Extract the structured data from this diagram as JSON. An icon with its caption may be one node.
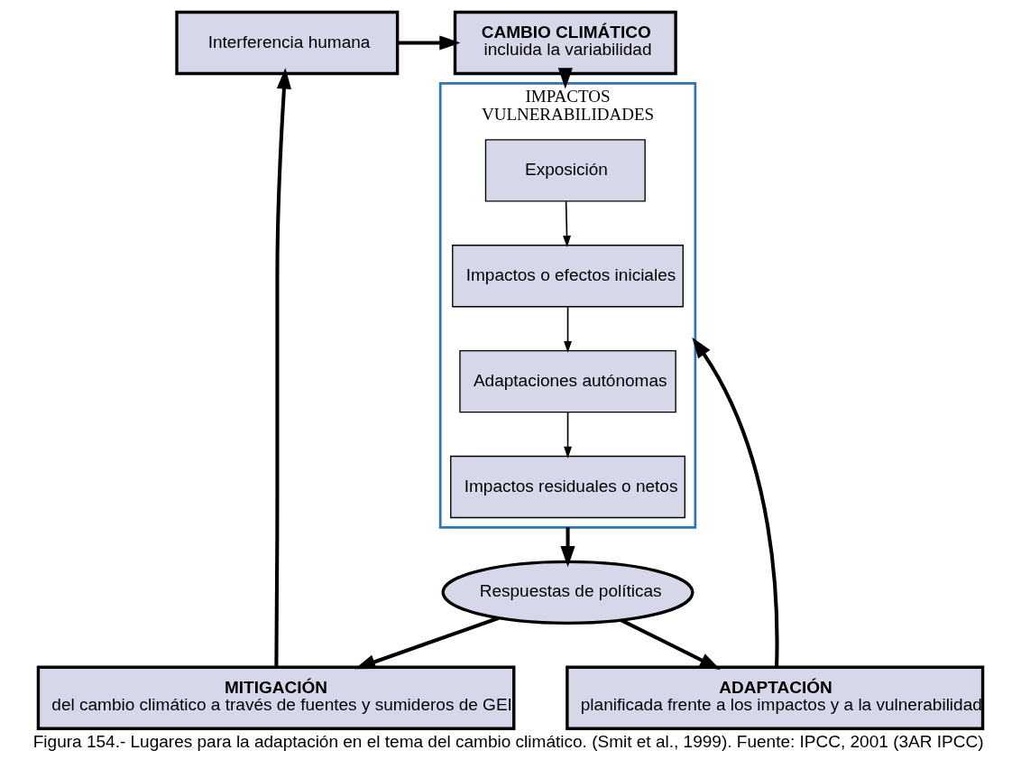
{
  "diagram": {
    "caption": "Figura 154.- Lugares para la adaptación en el tema del cambio climático. (Smit et al., 1999). Fuente: IPCC, 2001 (3AR IPCC)",
    "nodes": [
      {
        "text": [
          "Interferencia humana"
        ]
      },
      {
        "text": [
          "CAMBIO CLIMÁTICO",
          "incluida la variabilidad"
        ]
      },
      {
        "text": [
          "IMPACTOS",
          "VULNERABILIDADES"
        ]
      },
      {
        "text": [
          "Exposición"
        ],
        "in": 2
      },
      {
        "text": [
          "Impactos o efectos iniciales"
        ],
        "in": 2
      },
      {
        "text": [
          "Adaptaciones autónomas"
        ],
        "in": 2
      },
      {
        "text": [
          "Impactos residuales o netos"
        ],
        "in": 2
      },
      {
        "text": [
          "MITIGACIÓN",
          "del cambio climático a través de fuentes y sumideros de GEI"
        ]
      },
      {
        "text": [
          "ADAPTACIÓN",
          "planificada frente a los impactos y a la vulnerabilidad"
        ]
      },
      {
        "text": [
          "Respuestas de políticas"
        ]
      }
    ],
    "edges": [
      {
        "from": 0,
        "to": 1,
        "arrow": "to"
      },
      {
        "from": 1,
        "to": 2,
        "arrow": "to"
      },
      {
        "from": 3,
        "to": 4,
        "arrow": "to"
      },
      {
        "from": 4,
        "to": 5,
        "arrow": "to"
      },
      {
        "from": 5,
        "to": 6,
        "arrow": "to"
      },
      {
        "from": 2,
        "to": 9,
        "arrow": "to"
      },
      {
        "from": 9,
        "to": 7,
        "arrow": "to"
      },
      {
        "from": 9,
        "to": 8,
        "arrow": "to"
      },
      {
        "from": 8,
        "to": 2,
        "arrow": "to"
      },
      {
        "from": 7,
        "to": 0,
        "arrow": "to"
      }
    ]
  }
}
